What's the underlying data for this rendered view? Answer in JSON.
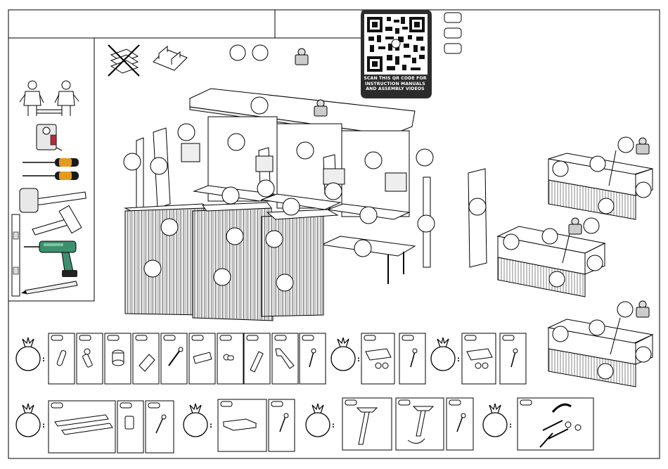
{
  "header": {
    "title_box": "",
    "article_box": ""
  },
  "qr": {
    "caption": "SCAN THIS QR CODE FOR INSTRUCTION MANUALS AND ASSEMBLY VIDEOS"
  },
  "language_codes": [
    "",
    "",
    ""
  ],
  "tools": [
    "two-people-icon",
    "tape-measure-icon",
    "flat-screwdriver-icon",
    "phillips-screwdriver-icon",
    "hammer-icon",
    "level-icon",
    "allen-key-icon",
    "drill-icon",
    "pencil-icon"
  ],
  "notes": {
    "do_not_pack_flat": "crossed-out-stacked-boards-icon",
    "pack_upright": "stacked-boards-icon",
    "weight": "weight-icon"
  },
  "hardware_bags": {
    "bag_1": [
      "wooden-dowel",
      "cam-lock-screw",
      "cam-lock",
      "corner-bracket",
      "long-screw",
      "hinge-plate",
      "shelf-pin",
      "wall-plug",
      "allen-key",
      "short-screw"
    ],
    "bag_2": [
      "hinge",
      "short-screw"
    ],
    "bag_3": [
      "hinge-clip",
      "short-screw"
    ],
    "bag_4": [
      "drawer-runners",
      "threaded-insert",
      "screw"
    ],
    "bag_5": [
      "shelf-support",
      "screw"
    ],
    "bag_6": [
      "leg",
      "adjustable-leg",
      "screw"
    ],
    "bag_7": [
      "wall-anchor-kit"
    ]
  }
}
